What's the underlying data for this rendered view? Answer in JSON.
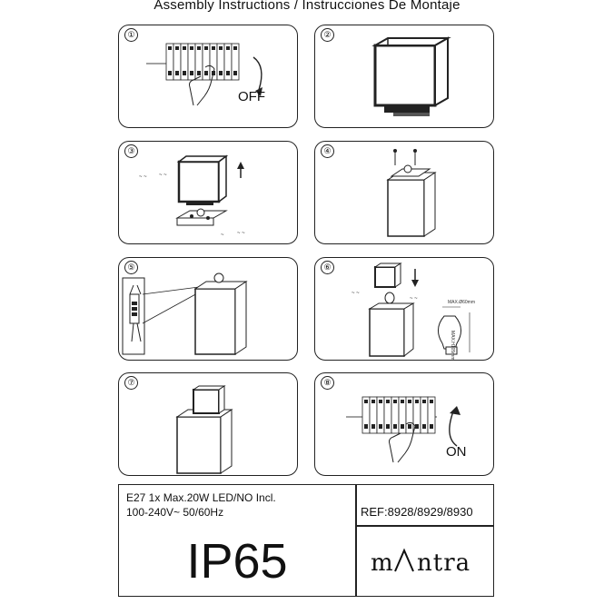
{
  "header": {
    "title": "Assembly Instructions / Instrucciones De Montaje"
  },
  "steps": [
    {
      "number": "①",
      "label": "OFF"
    },
    {
      "number": "②"
    },
    {
      "number": "③"
    },
    {
      "number": "④"
    },
    {
      "number": "⑤"
    },
    {
      "number": "⑥",
      "dim_width": "MAX.Ø60mm",
      "dim_height": "MAX.H105mm"
    },
    {
      "number": "⑦"
    },
    {
      "number": "⑧",
      "label": "ON"
    }
  ],
  "specs": {
    "line1": "E27 1x Max.20W LED/NO Incl.",
    "line2": "100-240V~ 50/60Hz",
    "ip_rating": "IP65",
    "reference": "REF:8928/8929/8930",
    "brand": "mΛntra"
  }
}
